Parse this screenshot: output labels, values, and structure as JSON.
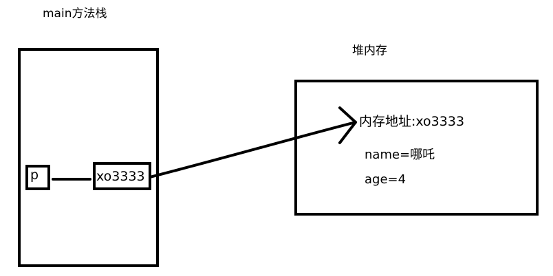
{
  "stack": {
    "title": "main方法栈",
    "variable": "p",
    "reference": "xo3333"
  },
  "heap": {
    "title": "堆内存",
    "address": "内存地址:xo3333",
    "fields": {
      "name": "name=哪吒",
      "age": "age=4"
    }
  }
}
